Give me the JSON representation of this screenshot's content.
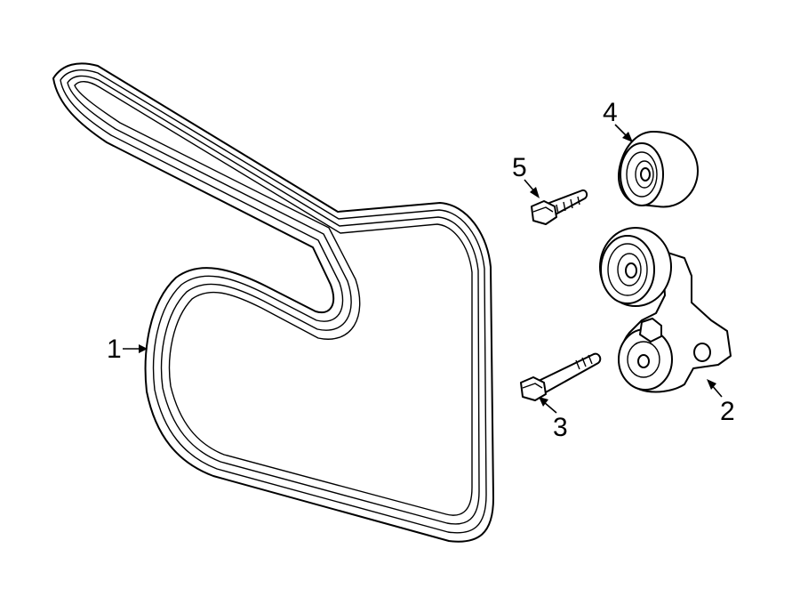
{
  "callouts": [
    {
      "number": "1",
      "part": "serpentine-belt"
    },
    {
      "number": "2",
      "part": "belt-tensioner"
    },
    {
      "number": "3",
      "part": "tensioner-bolt"
    },
    {
      "number": "4",
      "part": "idler-pulley"
    },
    {
      "number": "5",
      "part": "idler-pulley-bolt"
    }
  ]
}
